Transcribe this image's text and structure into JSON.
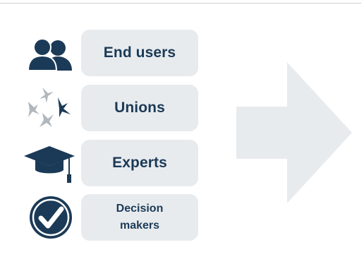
{
  "stakeholders": [
    {
      "label": "End users",
      "icon": "users-icon"
    },
    {
      "label": "Unions",
      "icon": "birds-icon"
    },
    {
      "label": "Experts",
      "icon": "graduation-cap-icon"
    },
    {
      "label_line1": "Decision",
      "label_line2": "makers",
      "icon": "checkmark-circle-icon"
    }
  ],
  "colors": {
    "primary": "#1b3a57",
    "pill_bg": "#e8ebee",
    "arrow": "#e8ebee",
    "bird_gray": "#b0b7bd"
  }
}
